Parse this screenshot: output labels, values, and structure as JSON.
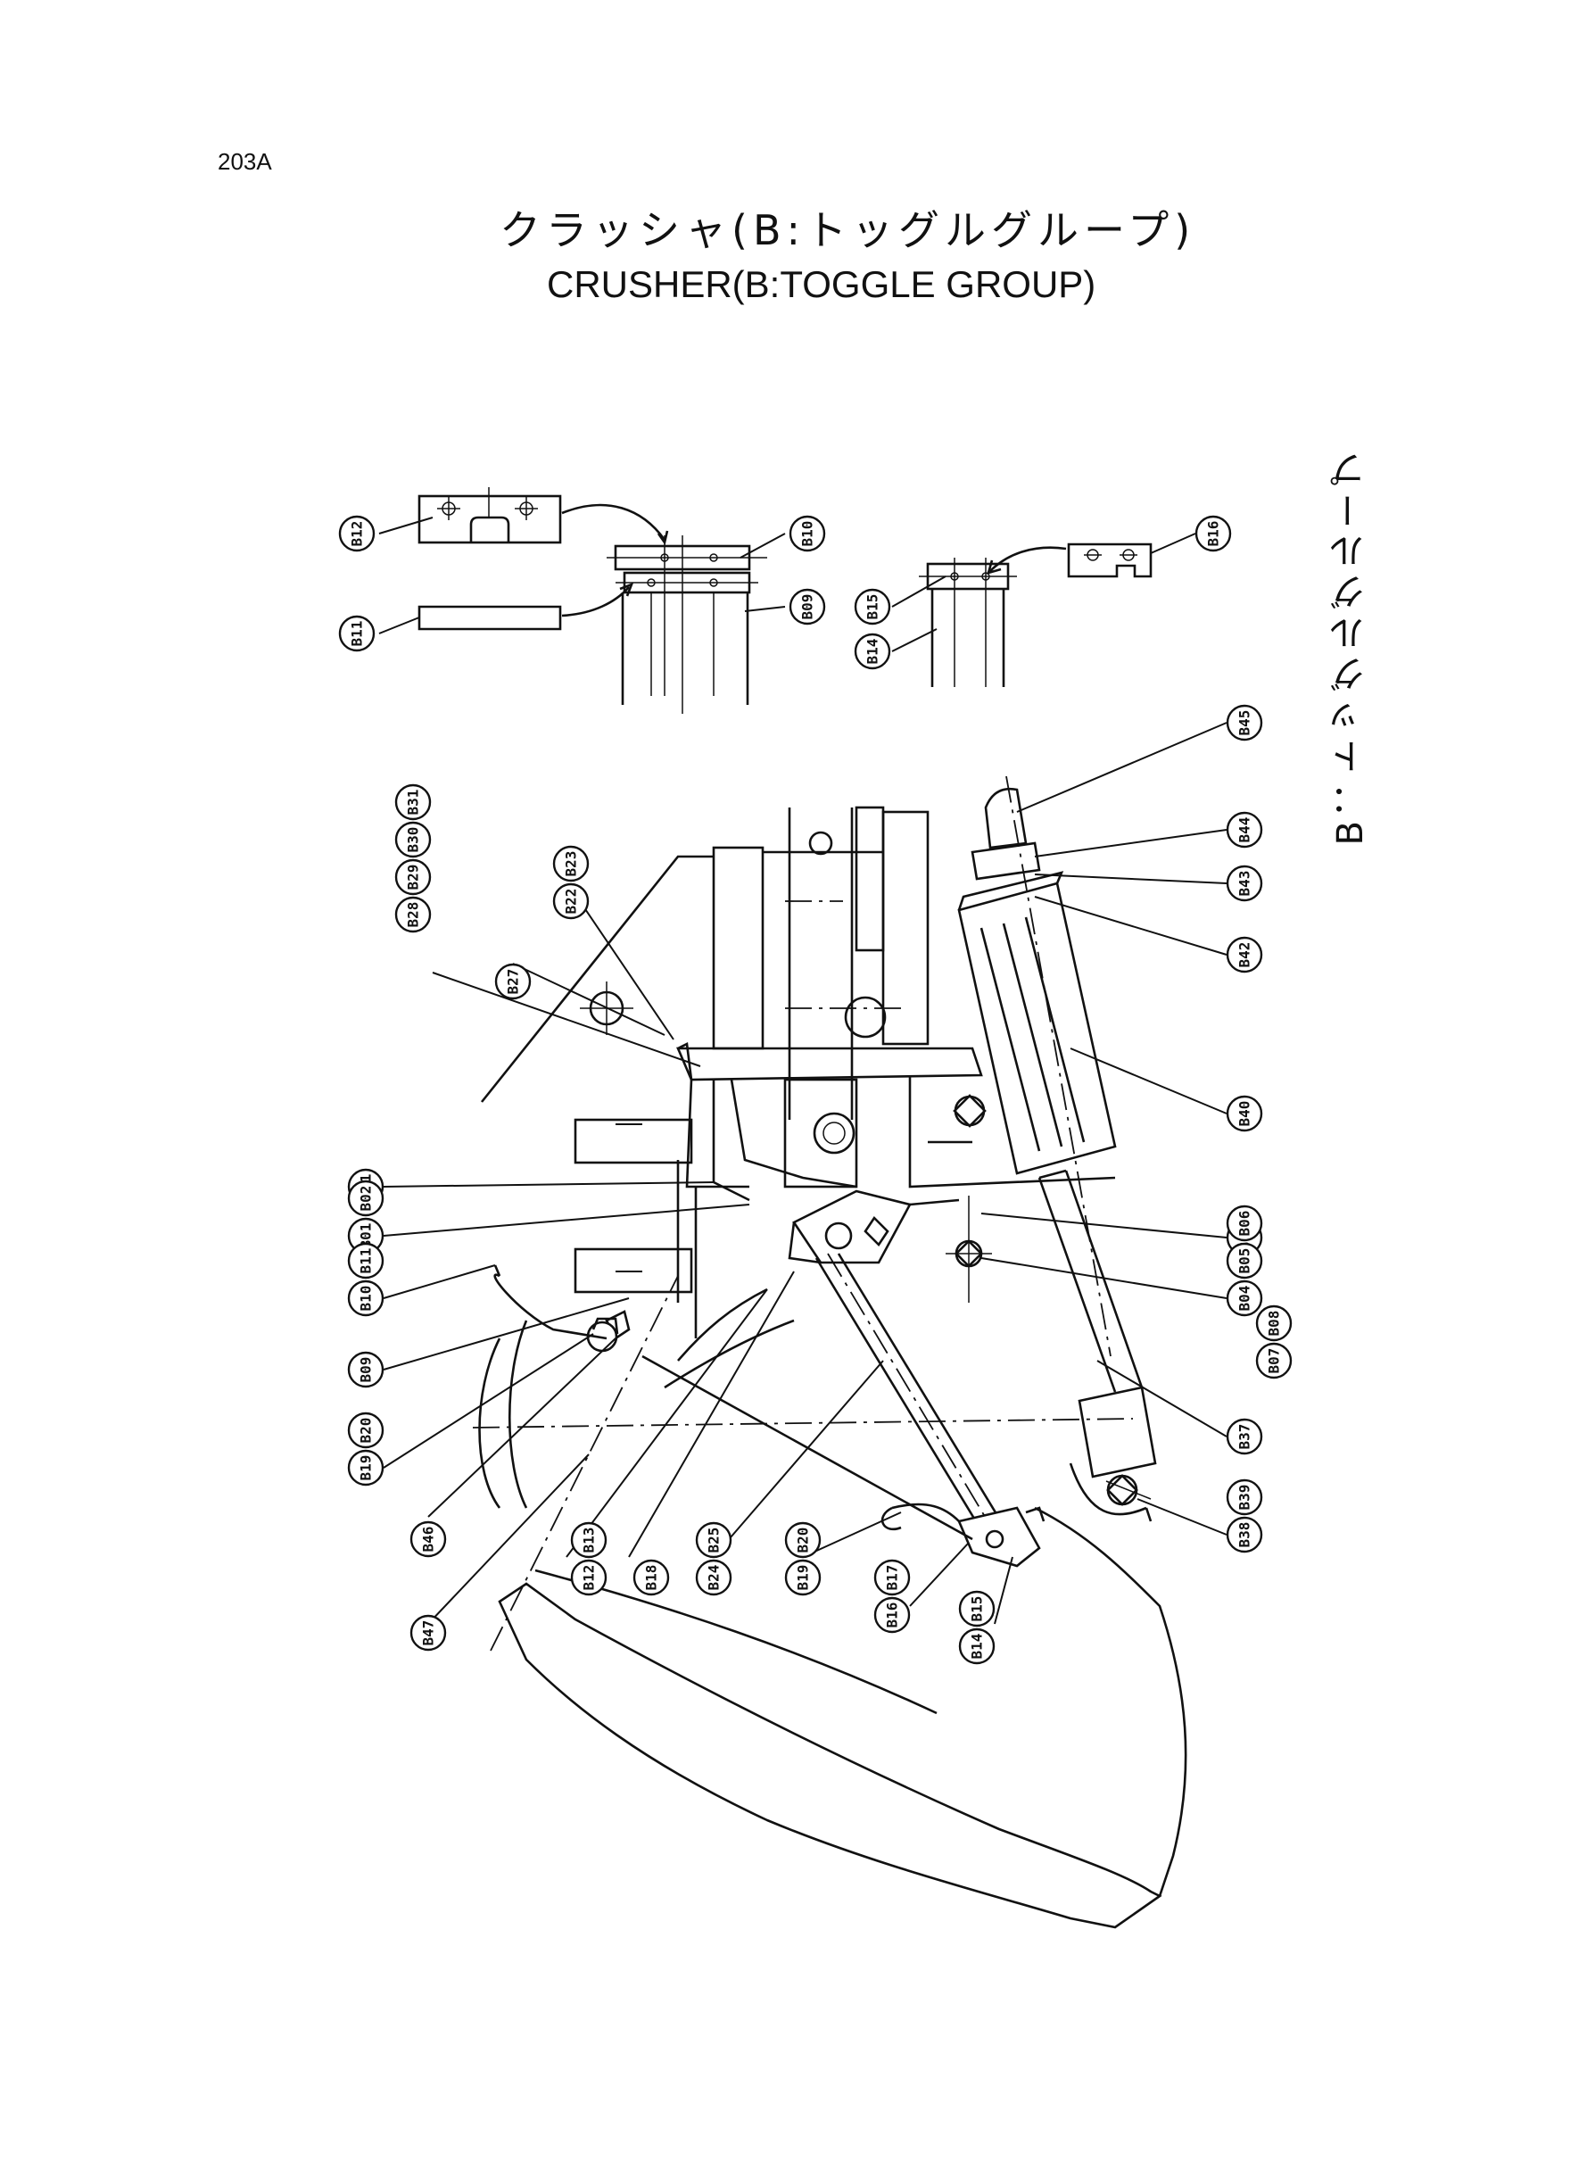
{
  "header": {
    "page_number": "203A",
    "title_jp": "クラッシャ(B:トッグルグループ)",
    "title_en": "CRUSHER(B:TOGGLE GROUP)",
    "side_label": "B：トッグルグループ"
  },
  "callouts": [
    {
      "id": "b12-top",
      "labels": [
        "B12"
      ]
    },
    {
      "id": "b11-top",
      "labels": [
        "B11"
      ]
    },
    {
      "id": "b10-top",
      "labels": [
        "B10"
      ]
    },
    {
      "id": "b09-top",
      "labels": [
        "B09"
      ]
    },
    {
      "id": "b15-top",
      "labels": [
        "B15"
      ]
    },
    {
      "id": "b14-top",
      "labels": [
        "B14"
      ]
    },
    {
      "id": "b16-top",
      "labels": [
        "B16"
      ]
    },
    {
      "id": "b45",
      "labels": [
        "B45"
      ]
    },
    {
      "id": "b44",
      "labels": [
        "B44"
      ]
    },
    {
      "id": "b43",
      "labels": [
        "B43"
      ]
    },
    {
      "id": "b42",
      "labels": [
        "B42"
      ]
    },
    {
      "id": "b40",
      "labels": [
        "B40"
      ]
    },
    {
      "id": "b03",
      "labels": [
        "B03"
      ]
    },
    {
      "id": "b04-06",
      "labels": [
        "B04",
        "B05",
        "B06"
      ]
    },
    {
      "id": "b07-08",
      "labels": [
        "B07",
        "B08"
      ]
    },
    {
      "id": "b37",
      "labels": [
        "B37"
      ]
    },
    {
      "id": "b38-39",
      "labels": [
        "B38",
        "B39"
      ]
    },
    {
      "id": "b28-31",
      "labels": [
        "B28",
        "B29",
        "B30",
        "B31"
      ]
    },
    {
      "id": "b22-23",
      "labels": [
        "B22",
        "B23"
      ]
    },
    {
      "id": "b27",
      "labels": [
        "B27"
      ]
    },
    {
      "id": "b21",
      "labels": [
        "B21"
      ]
    },
    {
      "id": "b01-02",
      "labels": [
        "B01",
        "B02"
      ]
    },
    {
      "id": "b10-11",
      "labels": [
        "B10",
        "B11"
      ]
    },
    {
      "id": "b09",
      "labels": [
        "B09"
      ]
    },
    {
      "id": "b19-20",
      "labels": [
        "B19",
        "B20"
      ]
    },
    {
      "id": "b46",
      "labels": [
        "B46"
      ]
    },
    {
      "id": "b47",
      "labels": [
        "B47"
      ]
    },
    {
      "id": "b12-13",
      "labels": [
        "B12",
        "B13"
      ]
    },
    {
      "id": "b18",
      "labels": [
        "B18"
      ]
    },
    {
      "id": "b24-25",
      "labels": [
        "B24",
        "B25"
      ]
    },
    {
      "id": "b19-20-low",
      "labels": [
        "B19",
        "B20"
      ]
    },
    {
      "id": "b16-17",
      "labels": [
        "B16",
        "B17"
      ]
    },
    {
      "id": "b14-15",
      "labels": [
        "B14",
        "B15"
      ]
    }
  ]
}
